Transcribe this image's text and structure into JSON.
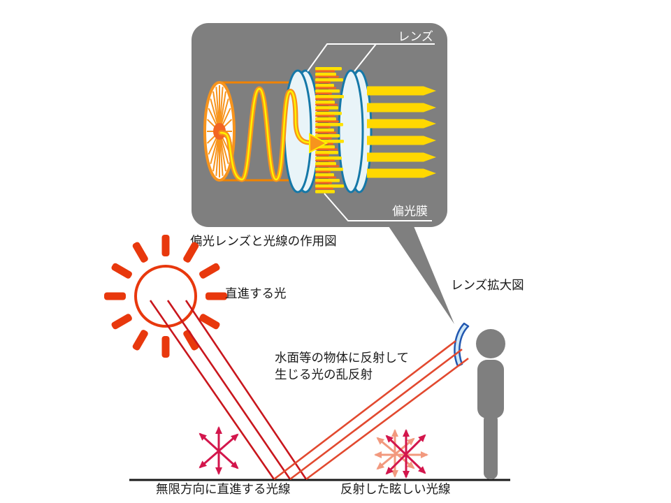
{
  "slide": {
    "caption": "偏光レンズと光線の作用図",
    "inset": {
      "lens_label": "レンズ",
      "film_label": "偏光膜"
    },
    "labels": {
      "lens_zoom": "レンズ拡大図",
      "straight_light": "直進する光",
      "diffuse_line1": "水面等の物体に反射して",
      "diffuse_line2": "生じる光の乱反射",
      "ground_left": "無限方向に直進する光線",
      "ground_right": "反射した眩しい光線"
    },
    "colors": {
      "panel_gray": "#7F7F7F",
      "orange": "#F7941D",
      "orange_red": "#F26522",
      "envelope_orange": "#F08300",
      "yellow": "#FFE100",
      "gold": "#FFD800",
      "wave_core_yellow": "#FFF200",
      "film_dark": "#47705A",
      "lens_fill": "#E9F4F8",
      "lens_stroke": "#1578A8",
      "sun_red": "#E8380D",
      "ray_incident_red": "#C9161D",
      "ray_reflected_red": "#E2492F",
      "crimson": "#D3164C",
      "salmon": "#F2997E",
      "person_gray": "#7F7F7F",
      "small_lens_fill": "#CFE8F7",
      "small_lens_stroke": "#2257B0"
    }
  }
}
